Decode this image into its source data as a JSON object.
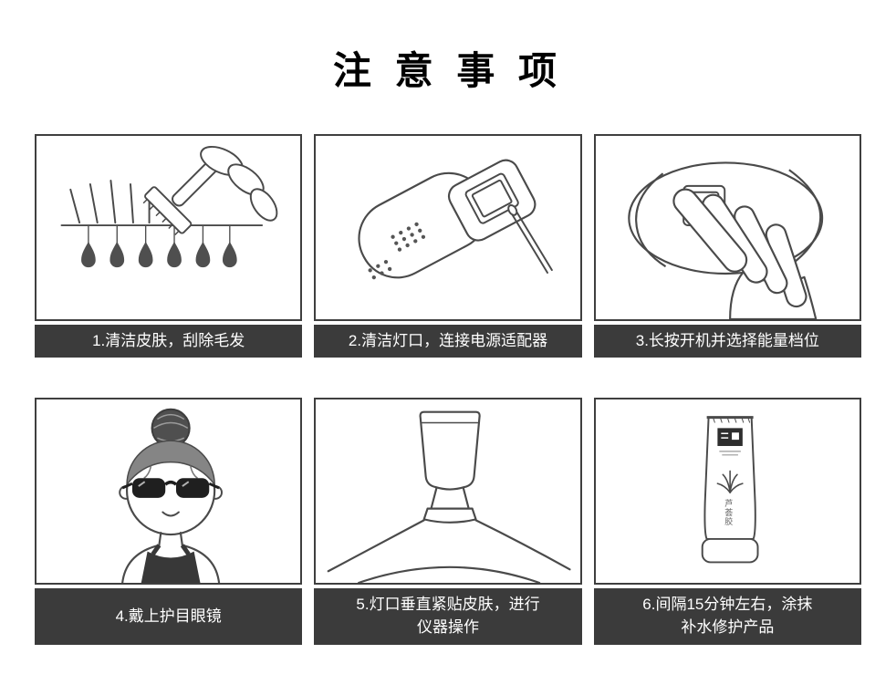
{
  "page": {
    "title": "注 意 事 项"
  },
  "colors": {
    "caption_background": "#3b3b3b",
    "caption_text": "#ffffff",
    "figure_border": "#3f3f3f",
    "line_art": "#4a4a4a"
  },
  "steps": [
    {
      "id": 1,
      "caption": "1.清洁皮肤，刮除毛发",
      "illustration": "razor-shaving-hair"
    },
    {
      "id": 2,
      "caption": "2.清洁灯口，连接电源适配器",
      "illustration": "cleaning-lamp-window-with-swab"
    },
    {
      "id": 3,
      "caption": "3.长按开机并选择能量档位",
      "illustration": "hand-pressing-power-button"
    },
    {
      "id": 4,
      "caption": "4.戴上护目眼镜",
      "illustration": "girl-wearing-protective-goggles"
    },
    {
      "id": 5,
      "caption": "5.灯口垂直紧贴皮肤，进行\n仪器操作",
      "illustration": "device-lamp-flat-on-skin"
    },
    {
      "id": 6,
      "caption": "6.间隔15分钟左右，涂抹\n补水修护产品",
      "illustration": "moisturizer-gel-tube",
      "tube_label": "芦荟胶"
    }
  ]
}
